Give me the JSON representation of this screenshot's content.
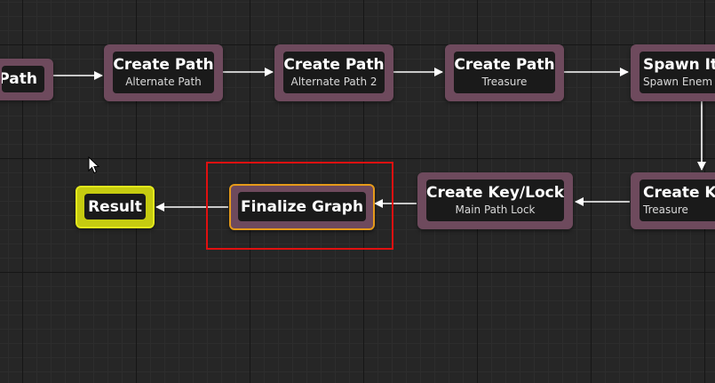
{
  "graph": {
    "nodes": [
      {
        "id": "n0",
        "title": "Path",
        "subtitle": ""
      },
      {
        "id": "n1",
        "title": "Create Path",
        "subtitle": "Alternate Path"
      },
      {
        "id": "n2",
        "title": "Create Path",
        "subtitle": "Alternate Path 2"
      },
      {
        "id": "n3",
        "title": "Create Path",
        "subtitle": "Treasure"
      },
      {
        "id": "n4",
        "title": "Spawn Ite",
        "subtitle": "Spawn Enem"
      },
      {
        "id": "n5",
        "title": "Create Ke",
        "subtitle": "Treasure"
      },
      {
        "id": "n6",
        "title": "Create Key/Lock",
        "subtitle": "Main Path Lock"
      },
      {
        "id": "n7",
        "title": "Finalize Graph",
        "subtitle": ""
      },
      {
        "id": "n8",
        "title": "Result",
        "subtitle": ""
      }
    ],
    "selected_node": "n7",
    "colors": {
      "node": "#6e4a5d",
      "node_inner": "#1a1a1a",
      "selected_border": "#e59a1a",
      "result_node": "#c6cb10",
      "selection_box": "#e01010",
      "wire": "#ffffff"
    }
  }
}
